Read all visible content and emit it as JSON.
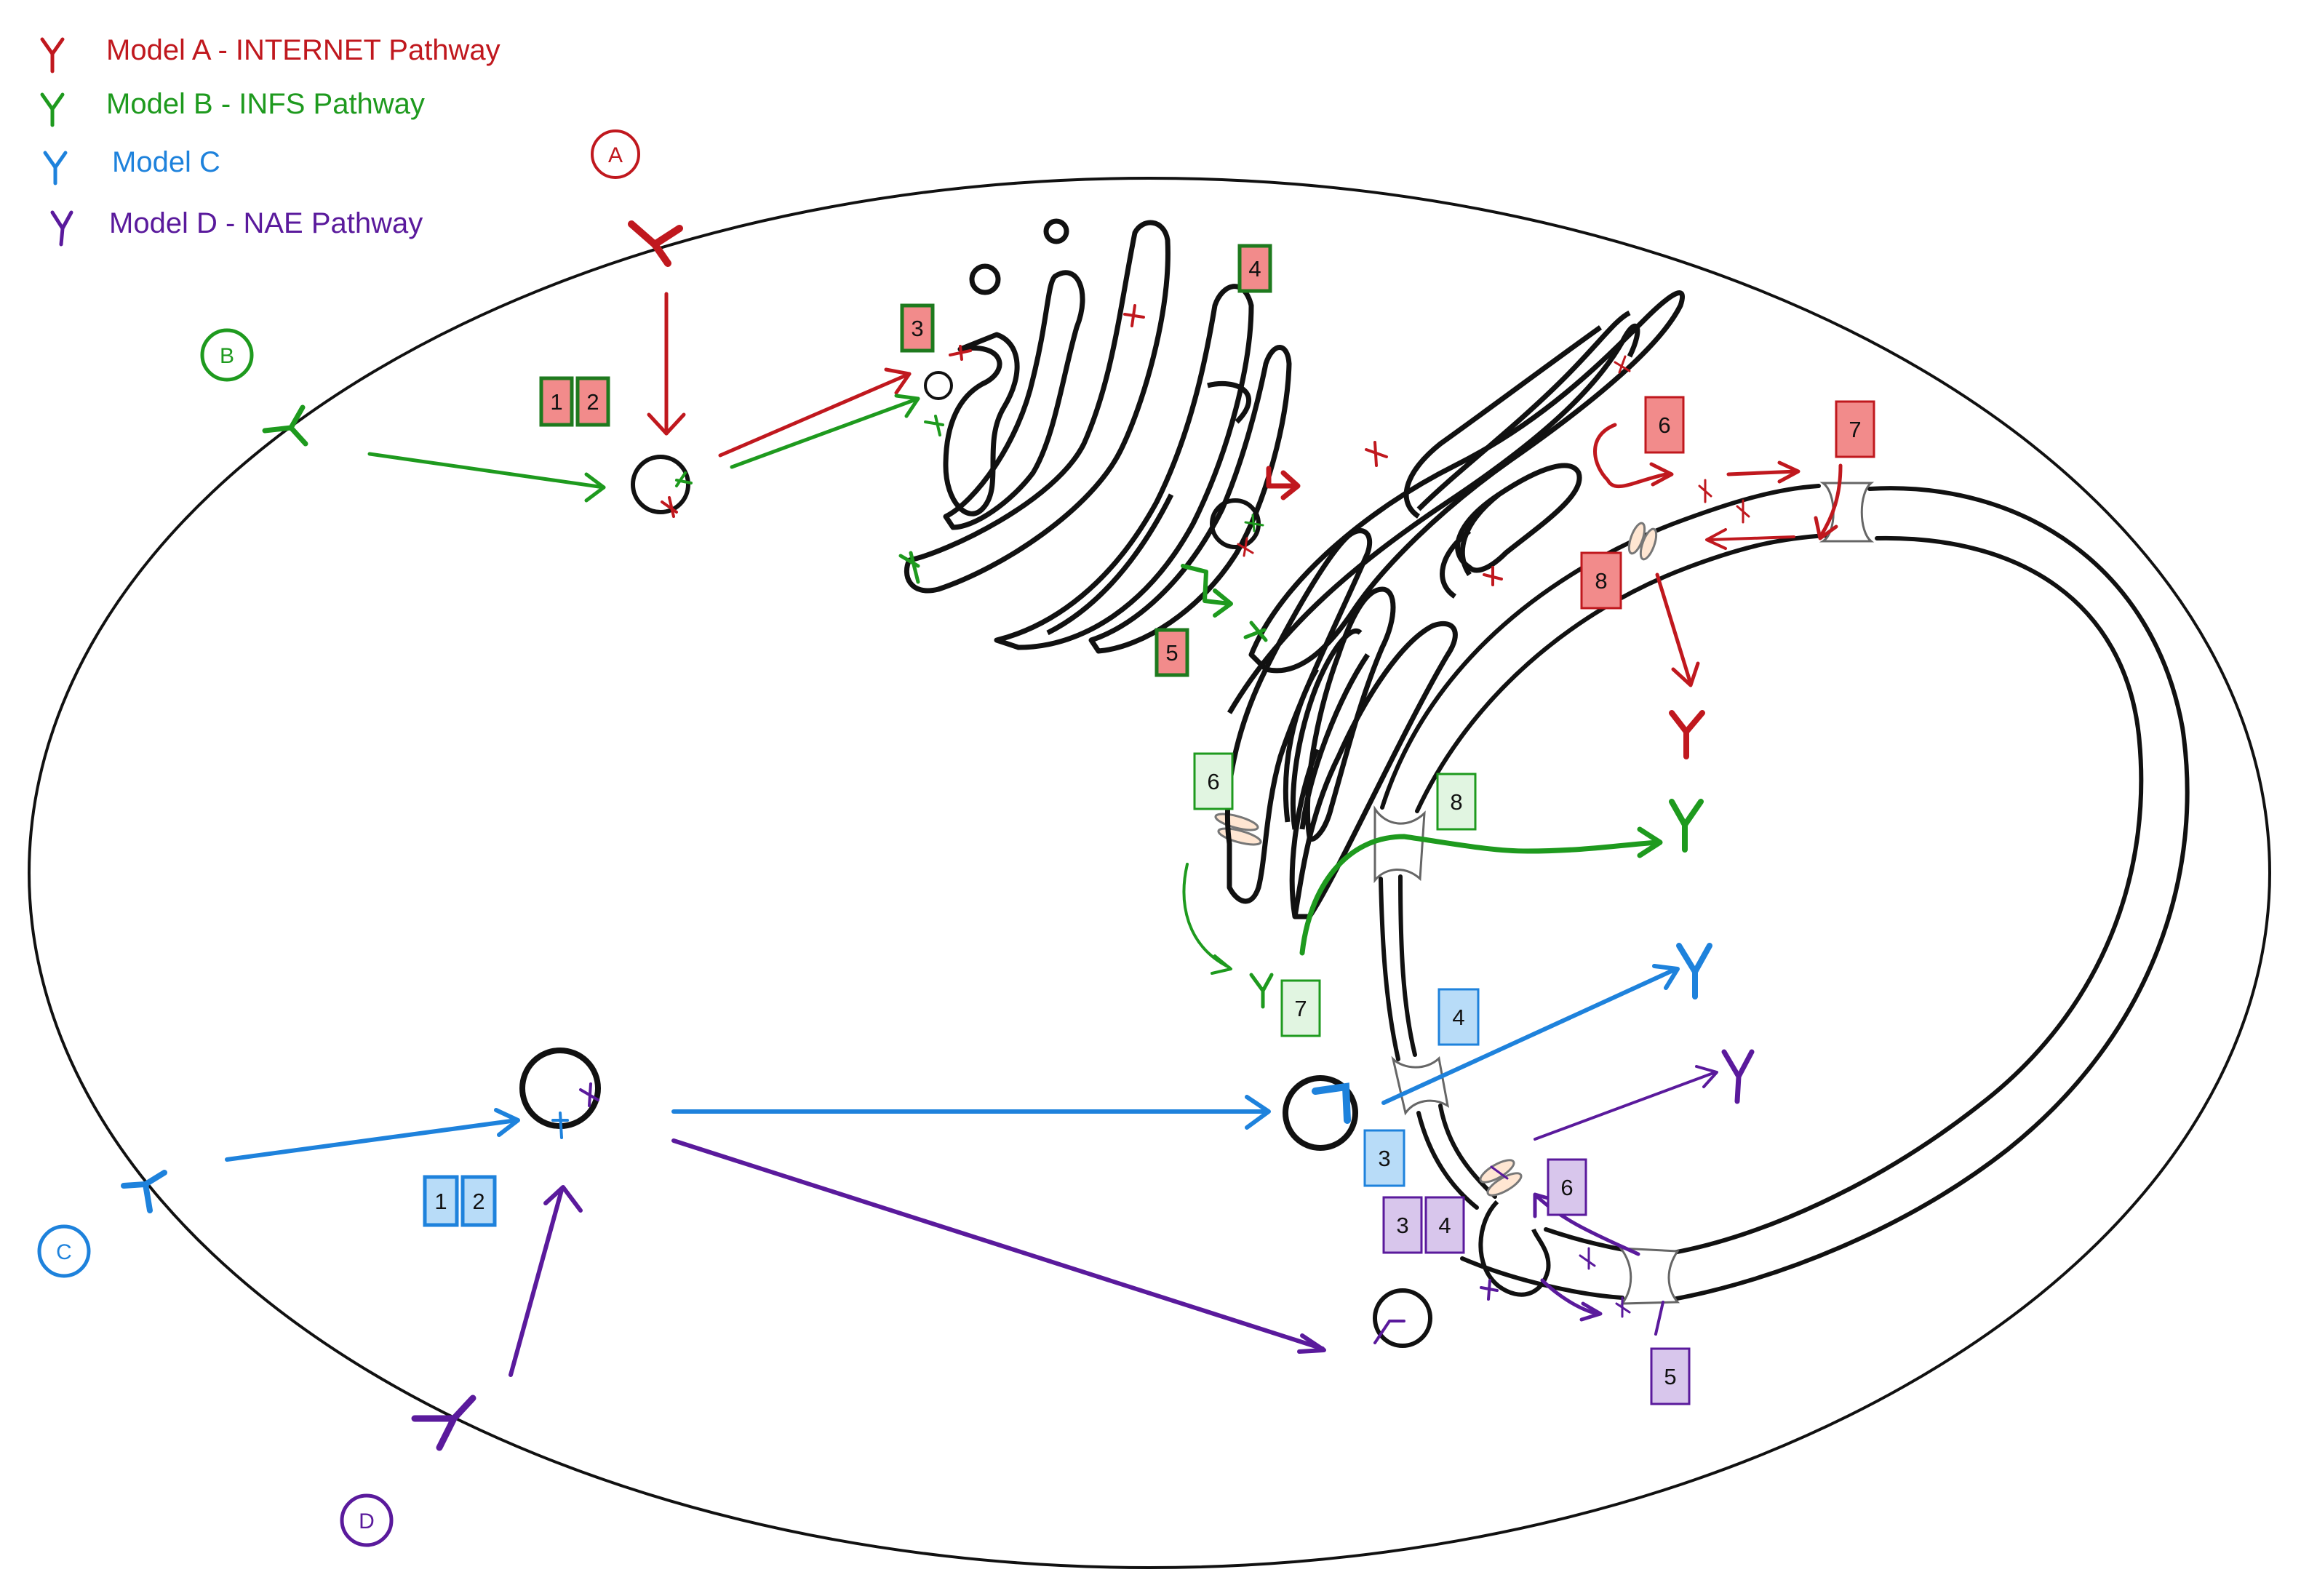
{
  "colors": {
    "model_a": "#c0181e",
    "model_b": "#1e9a1e",
    "model_c": "#1e82dc",
    "model_d": "#5a1a9c",
    "outline": "#111111",
    "box_a": "#f28b8b",
    "box_b": "#e1f5e1",
    "box_c": "#b8dcf8",
    "box_d": "#d8c6ec",
    "pore_fill": "#ffe6d2"
  },
  "legend": [
    {
      "label": "Model A - INTERNET Pathway",
      "icon": "receptor-y-icon",
      "color": "#c0181e"
    },
    {
      "label": "Model B - INFS Pathway",
      "icon": "receptor-y-icon",
      "color": "#1e9a1e"
    },
    {
      "label": "Model C",
      "icon": "receptor-y-icon",
      "color": "#1e82dc"
    },
    {
      "label": "Model D - NAE Pathway",
      "icon": "receptor-y-icon",
      "color": "#5a1a9c"
    }
  ],
  "entry_points": {
    "a": "A",
    "b": "B",
    "c": "C",
    "d": "D"
  },
  "steps": {
    "a": [
      "1",
      "2",
      "3",
      "4",
      "5",
      "6",
      "7",
      "8"
    ],
    "b": [
      "6",
      "7",
      "8"
    ],
    "c": [
      "1",
      "2",
      "3",
      "4"
    ],
    "d": [
      "3",
      "4",
      "5",
      "6"
    ]
  }
}
